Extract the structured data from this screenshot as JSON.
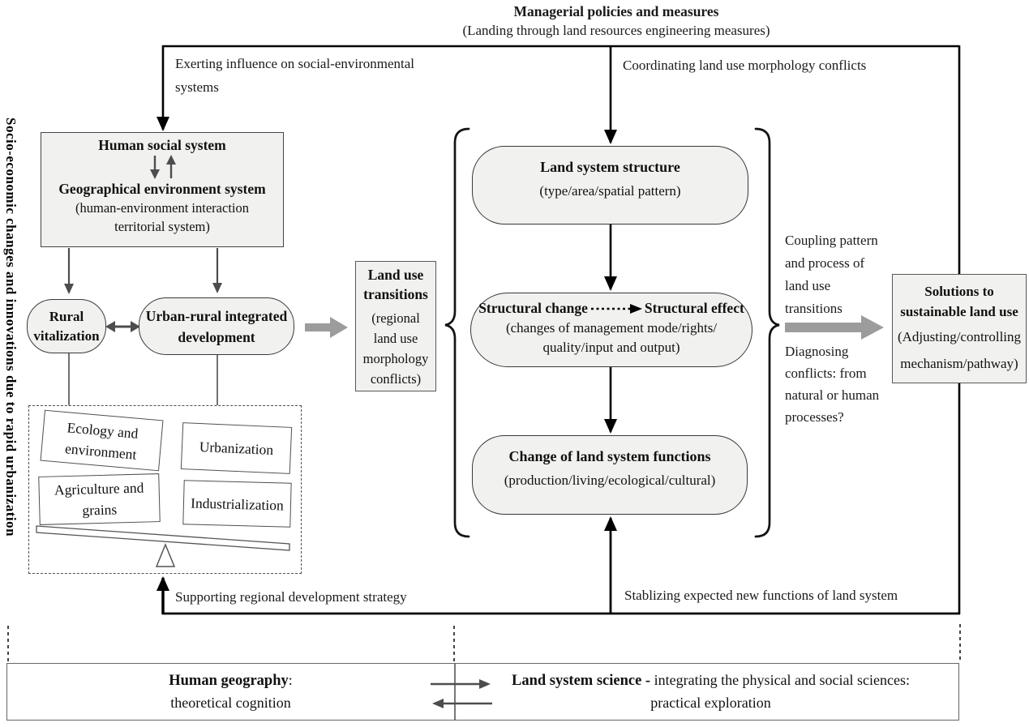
{
  "header": {
    "title": "Managerial policies and measures",
    "subtitle": "(Landing through land resources engineering measures)"
  },
  "side_label": "Socio-economic changes and innovations due to rapid urbanization",
  "edge_labels": {
    "exerting": "Exerting influence on social-environmental\nsystems",
    "coordinating": "Coordinating land use morphology conflicts",
    "supporting": "Supporting regional development strategy",
    "stablizing": "Stablizing expected new functions of land system"
  },
  "left_column": {
    "human_social_system": "Human social system",
    "geographical_environment_system": "Geographical environment system",
    "geo_note": "(human-environment interaction\nterritorial system)",
    "rural_vitalization": "Rural\nvitalization",
    "urban_rural": "Urban-rural integrated\ndevelopment",
    "pressure_factors": [
      "Ecology and\nenvironment",
      "Urbanization",
      "Agriculture and\ngrains",
      "Industrialization"
    ]
  },
  "center_column": {
    "land_use_transitions_title": "Land use\ntransitions",
    "land_use_transitions_note": "(regional\nland use\nmorphology\nconflicts)",
    "land_system_structure_title": "Land system structure",
    "land_system_structure_note": "(type/area/spatial pattern)",
    "structural_change": "Structural change",
    "structural_effect": "Structural effect",
    "structural_note": "(changes of management mode/rights/\nquality/input and output)",
    "functions_title": "Change of land system functions",
    "functions_note": "(production/living/ecological/cultural)"
  },
  "right_column": {
    "coupling": "Coupling pattern\nand process of\nland use\ntransitions",
    "diagnosing": "Diagnosing\nconflicts: from\nnatural or human\nprocesses?",
    "solutions_title": "Solutions to\nsustainable land use",
    "solutions_note": "(Adjusting/controlling\nmechanism/pathway)"
  },
  "footer": {
    "human_geography_bold": "Human geography",
    "human_geography_colon": ":",
    "human_geography_sub": "theoretical cognition",
    "land_system_science_bold": "Land system science -",
    "land_system_science_rest": " integrating the physical and social sciences:",
    "land_system_science_sub": "practical exploration"
  },
  "icons": {
    "down_up_arrows": "↓↑",
    "double_arrow": "↔",
    "dotted_arrow": "⋯▶",
    "block_arrow": "➔",
    "exchange_arrows": "⇄",
    "up_arrow": "▲",
    "seesaw": "balance bar with fulcrum"
  },
  "colors": {
    "box_fill": "#f1f1ef",
    "line_black": "#000000",
    "gray_block_arrow": "#9c9c9c",
    "dark_gray_arrow": "#4d4d4d"
  }
}
